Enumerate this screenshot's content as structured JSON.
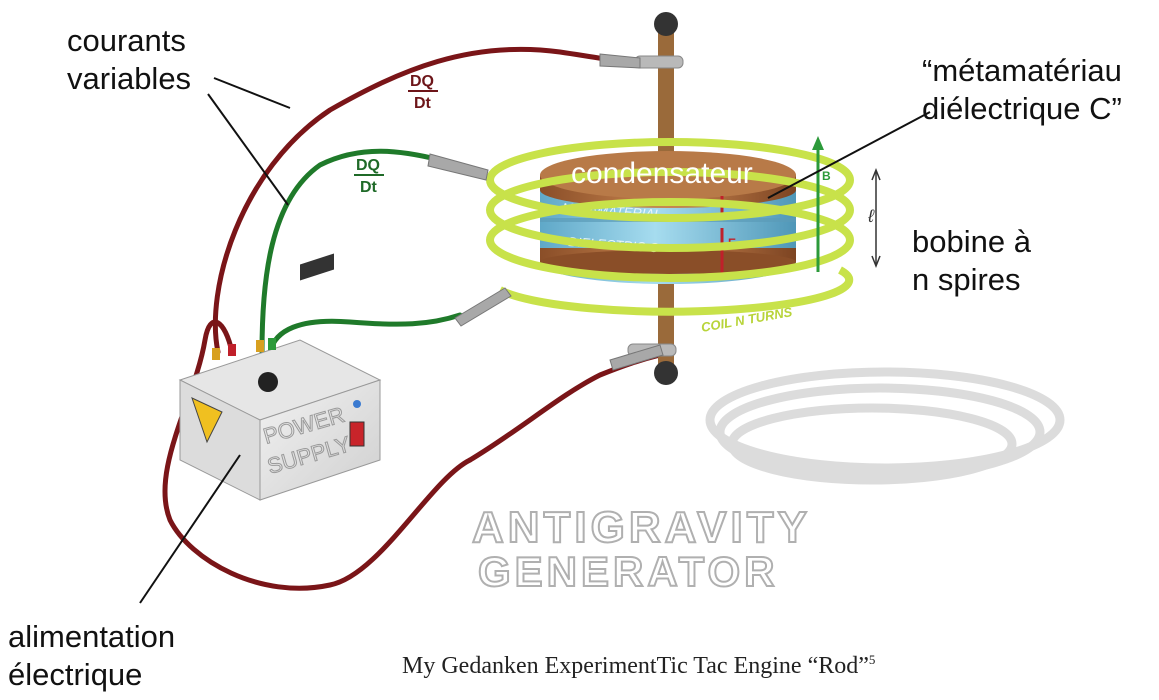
{
  "annotations": {
    "currents_line1": "courants",
    "currents_line2": "variables",
    "metamaterial_line1": "“métamatériau",
    "metamaterial_line2": "diélectrique C”",
    "capacitor": "condensateur",
    "coil_line1": "bobine à",
    "coil_line2": "n spires",
    "power_line1": "alimentation",
    "power_line2": "électrique"
  },
  "illustration_labels": {
    "dq_red_num": "DQ",
    "dq_red_den": "Dt",
    "dq_green_num": "DQ",
    "dq_green_den": "Dt",
    "metamaterial": "METAMATERIAL",
    "dielectric": "DIELECTRIC  C",
    "field_b": "B",
    "field_e": "E",
    "length_l": "ℓ",
    "coil_turns": "COIL  N TURNS",
    "power_line1": "POWER",
    "power_line2": "SUPPLY",
    "title_line1": "ANTIGRAVITY",
    "title_line2": "GENERATOR"
  },
  "caption": {
    "text": "My Gedanken ExperimentTic Tac Engine “Rod”",
    "footnote": "5"
  },
  "colors": {
    "red_wire": "#7a1518",
    "green_wire": "#1f7a2a",
    "coil": "#c8e24a",
    "capacitor_copper": "#b06a3a",
    "capacitor_blue": "#7fc4e0",
    "rod": "#9a6a3a"
  }
}
